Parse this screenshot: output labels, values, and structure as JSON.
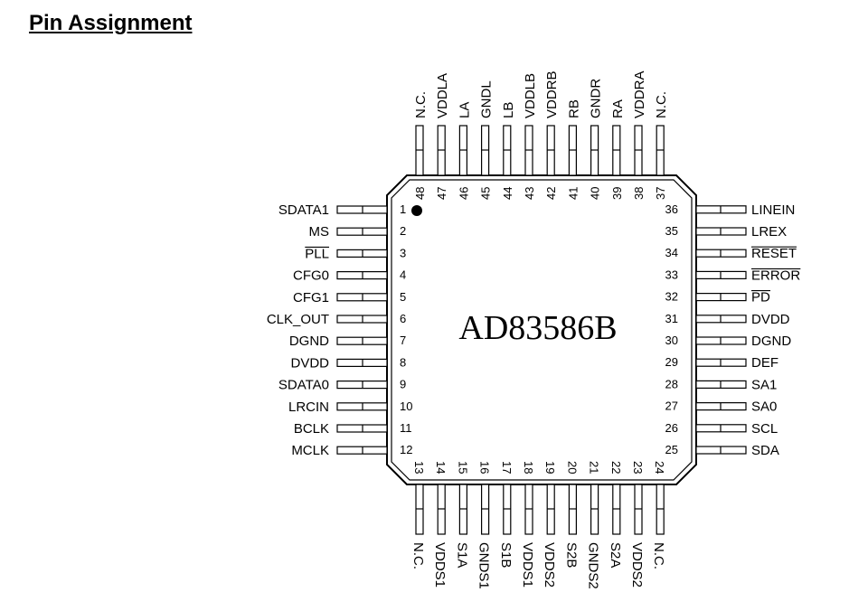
{
  "page": {
    "heading": "Pin Assignment"
  },
  "chip": {
    "part_number": "AD83586B",
    "pins": [
      {
        "num": "1",
        "name": "SDATA1",
        "overbar": false
      },
      {
        "num": "2",
        "name": "MS",
        "overbar": false
      },
      {
        "num": "3",
        "name": "PLL",
        "overbar": true
      },
      {
        "num": "4",
        "name": "CFG0",
        "overbar": false
      },
      {
        "num": "5",
        "name": "CFG1",
        "overbar": false
      },
      {
        "num": "6",
        "name": "CLK_OUT",
        "overbar": false
      },
      {
        "num": "7",
        "name": "DGND",
        "overbar": false
      },
      {
        "num": "8",
        "name": "DVDD",
        "overbar": false
      },
      {
        "num": "9",
        "name": "SDATA0",
        "overbar": false
      },
      {
        "num": "10",
        "name": "LRCIN",
        "overbar": false
      },
      {
        "num": "11",
        "name": "BCLK",
        "overbar": false
      },
      {
        "num": "12",
        "name": "MCLK",
        "overbar": false
      },
      {
        "num": "13",
        "name": "N.C.",
        "overbar": false
      },
      {
        "num": "14",
        "name": "VDDS1",
        "overbar": false
      },
      {
        "num": "15",
        "name": "S1A",
        "overbar": false
      },
      {
        "num": "16",
        "name": "GNDS1",
        "overbar": false
      },
      {
        "num": "17",
        "name": "S1B",
        "overbar": false
      },
      {
        "num": "18",
        "name": "VDDS1",
        "overbar": false
      },
      {
        "num": "19",
        "name": "VDDS2",
        "overbar": false
      },
      {
        "num": "20",
        "name": "S2B",
        "overbar": false
      },
      {
        "num": "21",
        "name": "GNDS2",
        "overbar": false
      },
      {
        "num": "22",
        "name": "S2A",
        "overbar": false
      },
      {
        "num": "23",
        "name": "VDDS2",
        "overbar": false
      },
      {
        "num": "24",
        "name": "N.C.",
        "overbar": false
      },
      {
        "num": "25",
        "name": "SDA",
        "overbar": false
      },
      {
        "num": "26",
        "name": "SCL",
        "overbar": false
      },
      {
        "num": "27",
        "name": "SA0",
        "overbar": false
      },
      {
        "num": "28",
        "name": "SA1",
        "overbar": false
      },
      {
        "num": "29",
        "name": "DEF",
        "overbar": false
      },
      {
        "num": "30",
        "name": "DGND",
        "overbar": false
      },
      {
        "num": "31",
        "name": "DVDD",
        "overbar": false
      },
      {
        "num": "32",
        "name": "PD",
        "overbar": true
      },
      {
        "num": "33",
        "name": "ERROR",
        "overbar": true
      },
      {
        "num": "34",
        "name": "RESET",
        "overbar": true
      },
      {
        "num": "35",
        "name": "LREX",
        "overbar": false
      },
      {
        "num": "36",
        "name": "LINEIN",
        "overbar": false
      },
      {
        "num": "37",
        "name": "N.C.",
        "overbar": false
      },
      {
        "num": "38",
        "name": "VDDRA",
        "overbar": false
      },
      {
        "num": "39",
        "name": "RA",
        "overbar": false
      },
      {
        "num": "40",
        "name": "GNDR",
        "overbar": false
      },
      {
        "num": "41",
        "name": "RB",
        "overbar": false
      },
      {
        "num": "42",
        "name": "VDDRB",
        "overbar": false
      },
      {
        "num": "43",
        "name": "VDDLB",
        "overbar": false
      },
      {
        "num": "44",
        "name": "LB",
        "overbar": false
      },
      {
        "num": "45",
        "name": "GNDL",
        "overbar": false
      },
      {
        "num": "46",
        "name": "LA",
        "overbar": false
      },
      {
        "num": "47",
        "name": "VDDLA",
        "overbar": false
      },
      {
        "num": "48",
        "name": "N.C.",
        "overbar": false
      }
    ]
  }
}
